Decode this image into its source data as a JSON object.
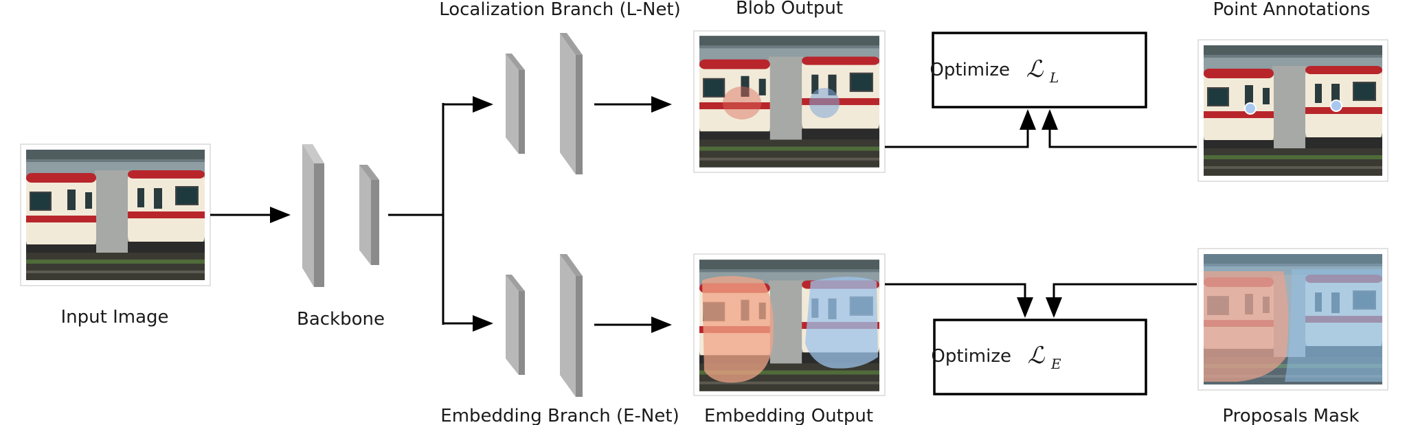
{
  "labels": {
    "input_image": "Input Image",
    "backbone": "Backbone",
    "localization_branch": "Localization Branch (L-Net)",
    "embedding_branch": "Embedding Branch (E-Net)",
    "blob_output": "Blob Output",
    "embedding_output": "Embedding Output",
    "point_annotations": "Point Annotations",
    "proposals_mask": "Proposals Mask"
  },
  "optimize_top": {
    "text": "Optimize",
    "symbol": "ℒ",
    "subscript": "L"
  },
  "optimize_bottom": {
    "text": "Optimize",
    "symbol": "ℒ",
    "subscript": "E"
  },
  "colors": {
    "blob_tint": "#d96b5a",
    "blob_tint_blue": "#7fa6d6",
    "embed_red": "#f0a487",
    "embed_blue": "#9cc3ea",
    "proposal_red": "#e9a38d",
    "proposal_blue": "#92c0e6",
    "point_marker": "#a8c8f0",
    "layer_gray": "#b5b5b5"
  },
  "icons": {
    "train_photo": "train-photo"
  }
}
